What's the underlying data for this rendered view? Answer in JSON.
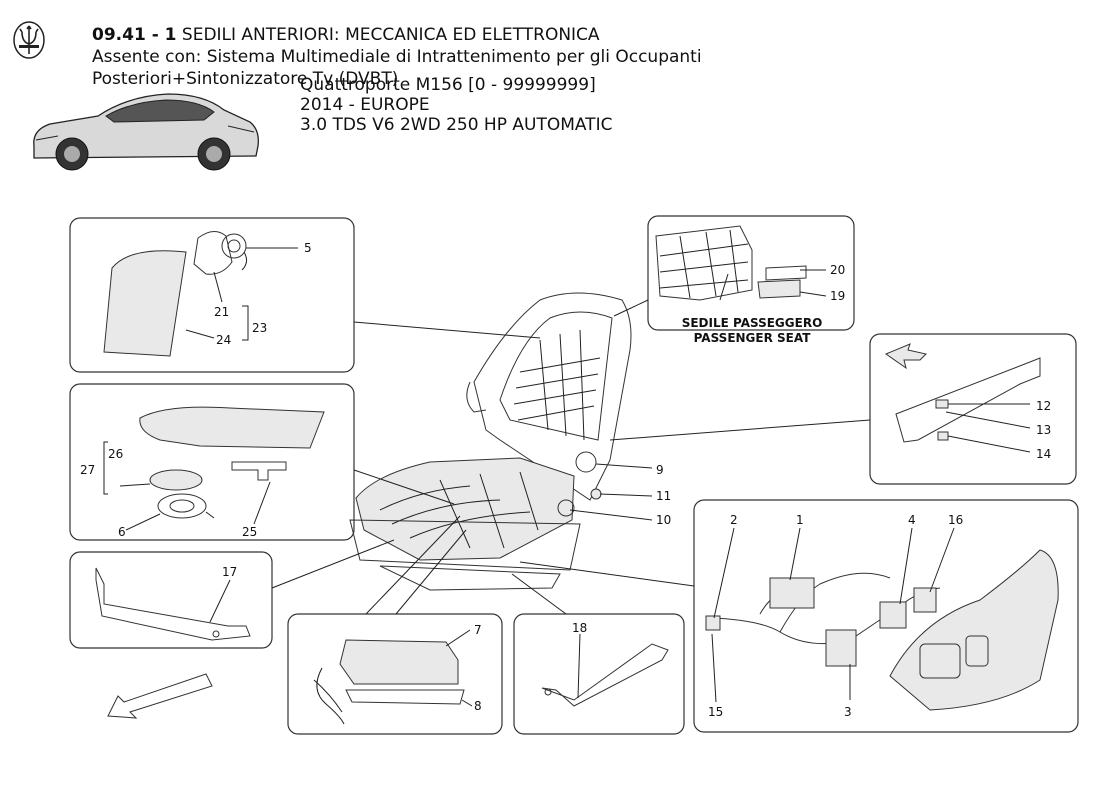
{
  "header": {
    "code": "09.41 - 1",
    "title": "SEDILI ANTERIORI: MECCANICA ED ELETTRONICA",
    "line2": "Assente con: Sistema Multimediale di Intrattenimento per gli Occupanti",
    "line3": "Posteriori+Sintonizzatore Tv (DVBT)",
    "model": "Quattroporte M156 [0 - 99999999]",
    "year_region": "2014 - EUROPE",
    "engine": "3.0 TDS V6 2WD 250 HP AUTOMATIC"
  },
  "captions": {
    "passenger_it": "SEDILE PASSEGGERO",
    "passenger_en": "PASSENGER SEAT"
  },
  "parts": {
    "p1": "1",
    "p2": "2",
    "p3": "3",
    "p4": "4",
    "p5": "5",
    "p6": "6",
    "p7": "7",
    "p8": "8",
    "p9": "9",
    "p10": "10",
    "p11": "11",
    "p12": "12",
    "p13": "13",
    "p14": "14",
    "p15": "15",
    "p16": "16",
    "p17": "17",
    "p18": "18",
    "p19": "19",
    "p20": "20",
    "p21": "21",
    "p23": "23",
    "p24": "24",
    "p25": "25",
    "p26": "26",
    "p27": "27"
  },
  "icons": {
    "logo": "trident-logo-icon",
    "car": "car-illustration",
    "arrow_front": "direction-arrow-icon",
    "arrow_rear": "direction-arrow-icon"
  },
  "colors": {
    "line": "#222222",
    "fill": "#e9e9e9",
    "background": "#ffffff"
  }
}
